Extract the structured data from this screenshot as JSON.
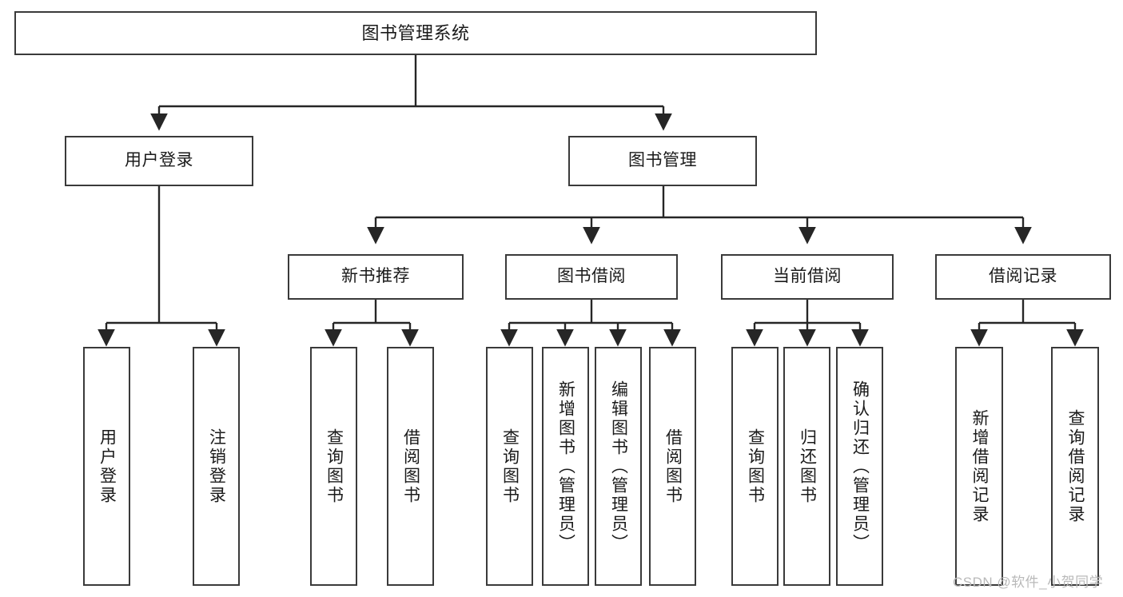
{
  "diagram": {
    "title": "图书管理系统",
    "type": "tree-hierarchy-diagram",
    "colors": {
      "box_border": "#3a3a3a",
      "box_fill": "#ffffff",
      "edge": "#262626",
      "text": "#1a1a1a",
      "watermark": "#b9b9b9",
      "background": "#ffffff"
    },
    "levels": {
      "level1": "系统",
      "level2": "模块",
      "level3": "子模块",
      "level4": "功能"
    }
  },
  "nodes": {
    "root": {
      "label": "图书管理系统"
    },
    "level2": [
      {
        "label": "用户登录"
      },
      {
        "label": "图书管理"
      }
    ],
    "level3": [
      {
        "label": "新书推荐"
      },
      {
        "label": "图书借阅"
      },
      {
        "label": "当前借阅"
      },
      {
        "label": "借阅记录"
      }
    ],
    "leaves": {
      "user_login": [
        {
          "label": "用户登录"
        },
        {
          "label": "注销登录"
        }
      ],
      "new_book_recommend": [
        {
          "label": "查询图书"
        },
        {
          "label": "借阅图书"
        }
      ],
      "book_borrow": [
        {
          "label": "查询图书"
        },
        {
          "label": "新增图书（管理员）"
        },
        {
          "label": "编辑图书（管理员）"
        },
        {
          "label": "借阅图书"
        }
      ],
      "current_borrow": [
        {
          "label": "查询图书"
        },
        {
          "label": "归还图书"
        },
        {
          "label": "确认归还（管理员）"
        }
      ],
      "borrow_record": [
        {
          "label": "新增借阅记录"
        },
        {
          "label": "查询借阅记录"
        }
      ]
    }
  },
  "watermark": {
    "text": "CSDN @软件_小贺同学"
  }
}
